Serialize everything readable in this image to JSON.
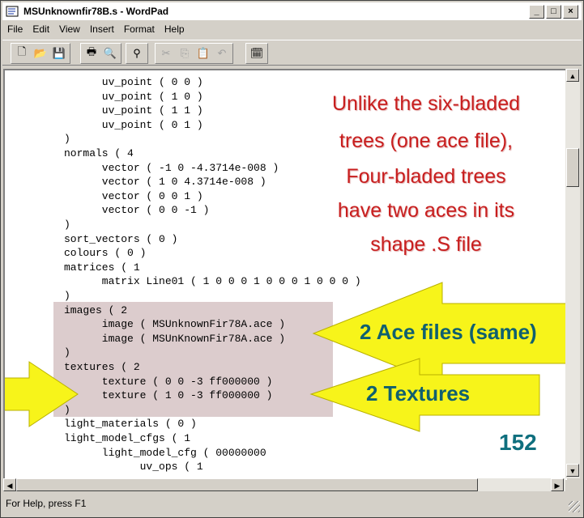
{
  "window": {
    "title": "MSUnknownfir78B.s - WordPad",
    "buttons": [
      "_",
      "□",
      "×"
    ]
  },
  "menu": [
    "File",
    "Edit",
    "View",
    "Insert",
    "Format",
    "Help"
  ],
  "toolbar": {
    "groups": [
      [
        {
          "name": "new-icon",
          "glyph": "🗋"
        },
        {
          "name": "open-icon",
          "glyph": "📂"
        },
        {
          "name": "save-icon",
          "glyph": "💾"
        }
      ],
      [
        {
          "name": "print-icon",
          "glyph": "🖶"
        },
        {
          "name": "print-preview-icon",
          "glyph": "🔍"
        }
      ],
      [
        {
          "name": "find-icon",
          "glyph": "⚲"
        }
      ],
      [
        {
          "name": "cut-icon",
          "glyph": "✂",
          "disabled": true
        },
        {
          "name": "copy-icon",
          "glyph": "⎘",
          "disabled": true
        },
        {
          "name": "paste-icon",
          "glyph": "📋"
        },
        {
          "name": "undo-icon",
          "glyph": "↶",
          "disabled": true
        }
      ],
      [
        {
          "name": "date-time-icon",
          "glyph": "🗓"
        }
      ]
    ]
  },
  "code_lines": [
    "      uv_point ( 0 0 )",
    "      uv_point ( 1 0 )",
    "      uv_point ( 1 1 )",
    "      uv_point ( 0 1 )",
    ")",
    "normals ( 4",
    "      vector ( -1 0 -4.3714e-008 )",
    "      vector ( 1 0 4.3714e-008 )",
    "      vector ( 0 0 1 )",
    "      vector ( 0 0 -1 )",
    ")",
    "sort_vectors ( 0 )",
    "colours ( 0 )",
    "matrices ( 1",
    "      matrix Line01 ( 1 0 0 0 1 0 0 0 1 0 0 0 )",
    ")",
    "images ( 2",
    "      image ( MSUnknownFir78A.ace )",
    "      image ( MSUnKnownFir78A.ace )",
    ")",
    "textures ( 2",
    "      texture ( 0 0 -3 ff000000 )",
    "      texture ( 1 0 -3 ff000000 )",
    ")",
    "light_materials ( 0 )",
    "light_model_cfgs ( 1",
    "      light_model_cfg ( 00000000",
    "            uv_ops ( 1"
  ],
  "annotations": {
    "caption_lines": [
      "Unlike the six-bladed",
      "trees (one ace file),",
      "Four-bladed trees",
      "have two aces in its",
      "shape .S file"
    ],
    "ace_label": "2 Ace files (same)",
    "textures_label": "2 Textures",
    "page_number": "152"
  },
  "status": {
    "text": "For Help, press F1"
  },
  "colors": {
    "caption": "#c81e1e",
    "arrow_fill": "#f7f41a",
    "label": "#10606f",
    "highlight": "#dccccd"
  }
}
